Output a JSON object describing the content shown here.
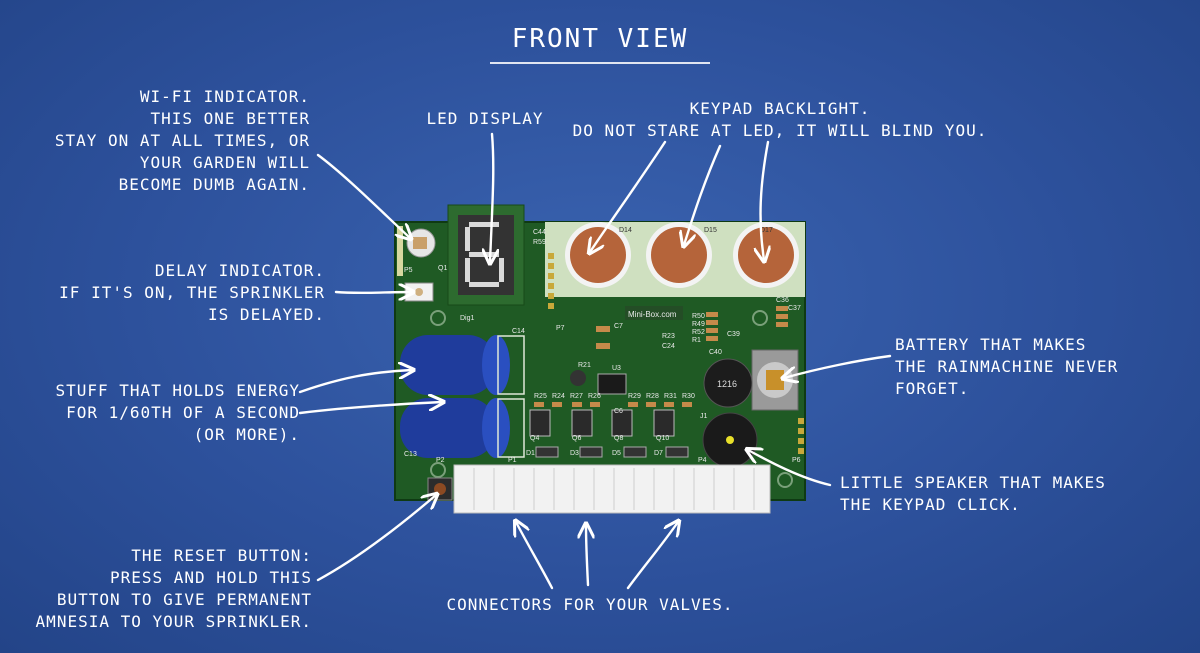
{
  "title": "FRONT VIEW",
  "annotations": {
    "wifi": "WI-FI INDICATOR.\nTHIS ONE BETTER\nSTAY ON AT ALL TIMES, OR\nYOUR GARDEN WILL\nBECOME DUMB AGAIN.",
    "led_display": "LED DISPLAY",
    "keypad_backlight": "KEYPAD BACKLIGHT.\nDO NOT STARE AT LED, IT WILL BLIND YOU.",
    "delay": "DELAY INDICATOR.\nIF IT'S ON, THE SPRINKLER\nIS DELAYED.",
    "battery": "BATTERY THAT MAKES\nTHE RAINMACHINE NEVER\nFORGET.",
    "capacitors": "STUFF THAT HOLDS ENERGY\nFOR 1/60TH OF A SECOND\n(OR MORE).",
    "speaker": "LITTLE SPEAKER THAT MAKES\nTHE KEYPAD CLICK.",
    "reset": "THE RESET BUTTON:\nPRESS AND HOLD THIS\nBUTTON TO GIVE PERMANENT\nAMNESIA TO YOUR SPRINKLER.",
    "connectors": "CONNECTORS FOR YOUR VALVES."
  },
  "board_labels": {
    "brand": "Mini-Box.com",
    "battery_label": "1216",
    "c44": "C44",
    "r59": "R59",
    "dig1": "Dig1",
    "p7": "P7",
    "c14": "C14",
    "c13": "C13",
    "d14": "D14",
    "d15": "D15",
    "d17": "D17",
    "c7": "C7",
    "r21": "R21",
    "u3": "U3",
    "r23": "R23",
    "c24": "C24",
    "c39": "C39",
    "c40": "C40",
    "r50": "R50",
    "r49": "R49",
    "r52": "R52",
    "r1": "R1",
    "c36": "C36",
    "c37": "C37",
    "p6": "P6",
    "r25": "R25",
    "r24": "R24",
    "r27": "R27",
    "r26": "R26",
    "r29": "R29",
    "r28": "R28",
    "r31": "R31",
    "r30": "R30",
    "c6": "C6",
    "q4": "Q4",
    "q6": "Q6",
    "q8": "Q8",
    "q10": "Q10",
    "d1": "D1",
    "d3": "D3",
    "d5": "D5",
    "d7": "D7",
    "p1": "P1",
    "p2": "P2",
    "p4": "P4",
    "p5": "P5",
    "j1": "J1",
    "q1": "Q1"
  },
  "colors": {
    "background": "#2d519c",
    "pcb": "#1f5a24",
    "pcb_light": "#cfe0c0",
    "capacitor": "#1f3c9c",
    "led_copper": "#b5643a",
    "connector": "#f2f2f2",
    "display_bg": "#2a2a2a",
    "segment": "#d9d9d9"
  }
}
